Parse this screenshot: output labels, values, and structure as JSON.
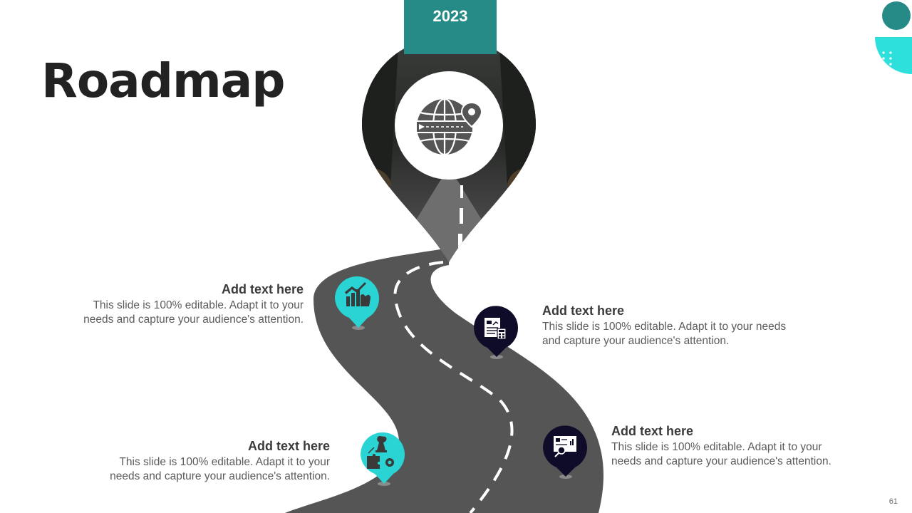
{
  "slide": {
    "title": "Roadmap",
    "year": "2023",
    "page_number": "61"
  },
  "milestones": [
    {
      "heading": "Add text here",
      "body_line1": "This slide is 100% editable. Adapt it to your",
      "body_line2": "needs and capture your audience's attention.",
      "icon": "chart-hand-icon",
      "pin_color": "#2ad4d4"
    },
    {
      "heading": "Add text here",
      "body_line1": "This slide is 100% editable. Adapt it to your needs",
      "body_line2": "and capture your audience's attention.",
      "icon": "report-calculator-icon",
      "pin_color": "#0f0c2a"
    },
    {
      "heading": "Add text here",
      "body_line1": "This slide is 100% editable. Adapt it to your",
      "body_line2": "needs and capture your audience's attention.",
      "icon": "strategy-puzzle-icon",
      "pin_color": "#2ad4d4"
    },
    {
      "heading": "Add text here",
      "body_line1": "This slide is 100% editable. Adapt it to your",
      "body_line2": "needs and capture your audience's attention.",
      "icon": "presentation-search-icon",
      "pin_color": "#0f0c2a"
    }
  ],
  "theme": {
    "accent_teal": "#268b86",
    "accent_cyan": "#2ee0dc",
    "navy": "#0f0c2a",
    "road": "#555555"
  },
  "hero_icon": "globe-location-icon"
}
